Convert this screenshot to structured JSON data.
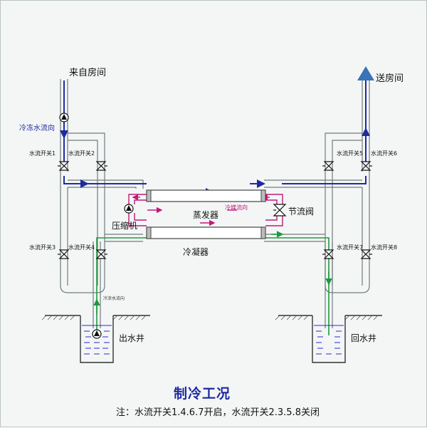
{
  "labels": {
    "from_room": "来自房间",
    "to_room": "送房间",
    "chilled_water_direction": "冷冻水流向",
    "refrigerant_direction": "冷媒流向",
    "cooling_water_direction": "冷凉水流向",
    "evaporator": "蒸发器",
    "condenser": "冷凝器",
    "compressor": "压缩机",
    "throttle_valve": "节流阀",
    "outlet_well": "出水井",
    "return_well": "回水井"
  },
  "valves": {
    "v1": "水流开关1",
    "v2": "水流开关2",
    "v3": "水流开关3",
    "v4": "水流开关4",
    "v5": "水流开关5",
    "v6": "水流开关6",
    "v7": "水流开关7",
    "v8": "水流开关8"
  },
  "title": "制冷工况",
  "note": "注：水流开关1.4.6.7开启，水流开关2.3.5.8关闭",
  "colors": {
    "chilled_water": "#1f2aa0",
    "refrigerant": "#c2187a",
    "cooling_water": "#1e9a3e",
    "pipe_gray": "#6f7b7d",
    "well_water": "#2b2bd0"
  }
}
